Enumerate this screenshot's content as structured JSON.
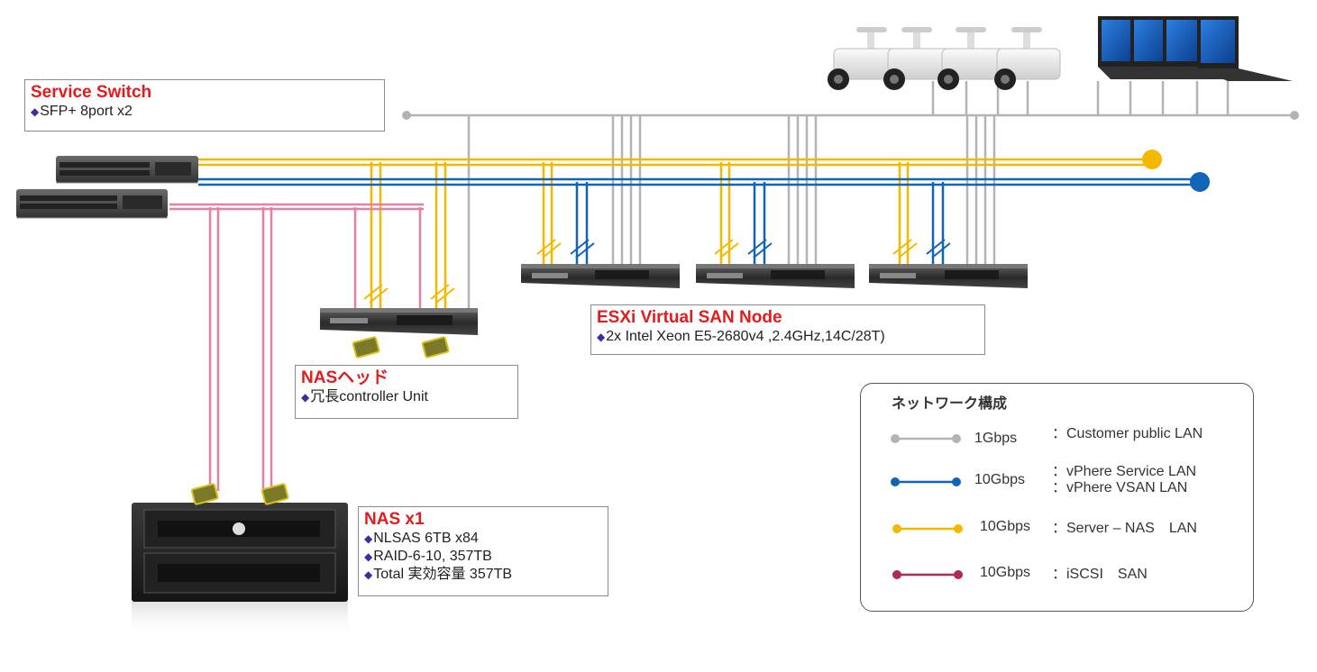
{
  "colors": {
    "gray": "#b3b3b3",
    "yellow": "#f5b800",
    "blue": "#1264b8",
    "pink": "#e67fa6",
    "crimson": "#b4275a",
    "label_red": "#e31b1b"
  },
  "service_switch": {
    "title": "Service Switch",
    "lines": [
      "SFP+ 8port x2"
    ]
  },
  "nas_head": {
    "title": "NASヘッド",
    "lines": [
      "冗長controller Unit"
    ]
  },
  "esxi": {
    "title": "ESXi Virtual SAN Node",
    "lines": [
      "2x Intel Xeon E5-2680v4 ,2.4GHz,14C/28T)"
    ]
  },
  "nas": {
    "title": "NAS x1",
    "lines": [
      "NLSAS 6TB x84",
      "RAID-6-10, 357TB",
      "Total 実効容量  357TB"
    ]
  },
  "bullet_glyph": "◆",
  "legend": {
    "title": "ネットワーク構成",
    "rows": [
      {
        "color": "gray",
        "speed": "1Gbps",
        "desc": [
          "：Customer public LAN"
        ]
      },
      {
        "color": "blue",
        "speed": "10Gbps",
        "desc": [
          "：vPhere Service LAN",
          "：vPhere VSAN LAN"
        ]
      },
      {
        "color": "yellow",
        "speed": "10Gbps",
        "desc": [
          "：Server – NAS　LAN"
        ]
      },
      {
        "color": "crimson",
        "speed": "10Gbps",
        "desc": [
          "：iSCSI　SAN"
        ]
      }
    ]
  },
  "devices": {
    "cameras": 4,
    "laptops": 4,
    "switches": 2,
    "esxi_servers": 3,
    "nas_head_servers": 1,
    "nas_chassis": 1
  }
}
